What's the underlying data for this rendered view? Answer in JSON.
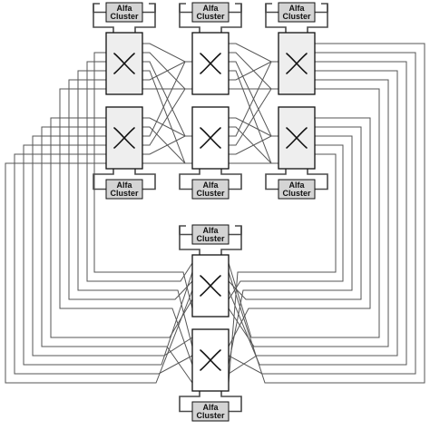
{
  "diagram": {
    "cluster_label_line1": "Alfa",
    "cluster_label_line2": "Cluster",
    "switch_icon": "crossbar-x-icon",
    "colors": {
      "background": "#ffffff",
      "wire": "#555555",
      "switch_shaded_fill": "#eeeeee",
      "switch_plain_fill": "#ffffff",
      "cluster_box_fill": "#d4d4d4",
      "outline": "#111111"
    },
    "switches": [
      {
        "id": "top-left-upper",
        "shaded": true,
        "cluster": "Alfa Cluster"
      },
      {
        "id": "top-middle-upper",
        "shaded": false,
        "cluster": "Alfa Cluster"
      },
      {
        "id": "top-right-upper",
        "shaded": true,
        "cluster": "Alfa Cluster"
      },
      {
        "id": "top-left-lower",
        "shaded": true,
        "cluster": "Alfa Cluster"
      },
      {
        "id": "top-middle-lower",
        "shaded": false,
        "cluster": "Alfa Cluster"
      },
      {
        "id": "top-right-lower",
        "shaded": true,
        "cluster": "Alfa Cluster"
      },
      {
        "id": "bottom-upper",
        "shaded": false,
        "cluster": "Alfa Cluster"
      },
      {
        "id": "bottom-lower",
        "shaded": false,
        "cluster": "Alfa Cluster"
      }
    ]
  }
}
